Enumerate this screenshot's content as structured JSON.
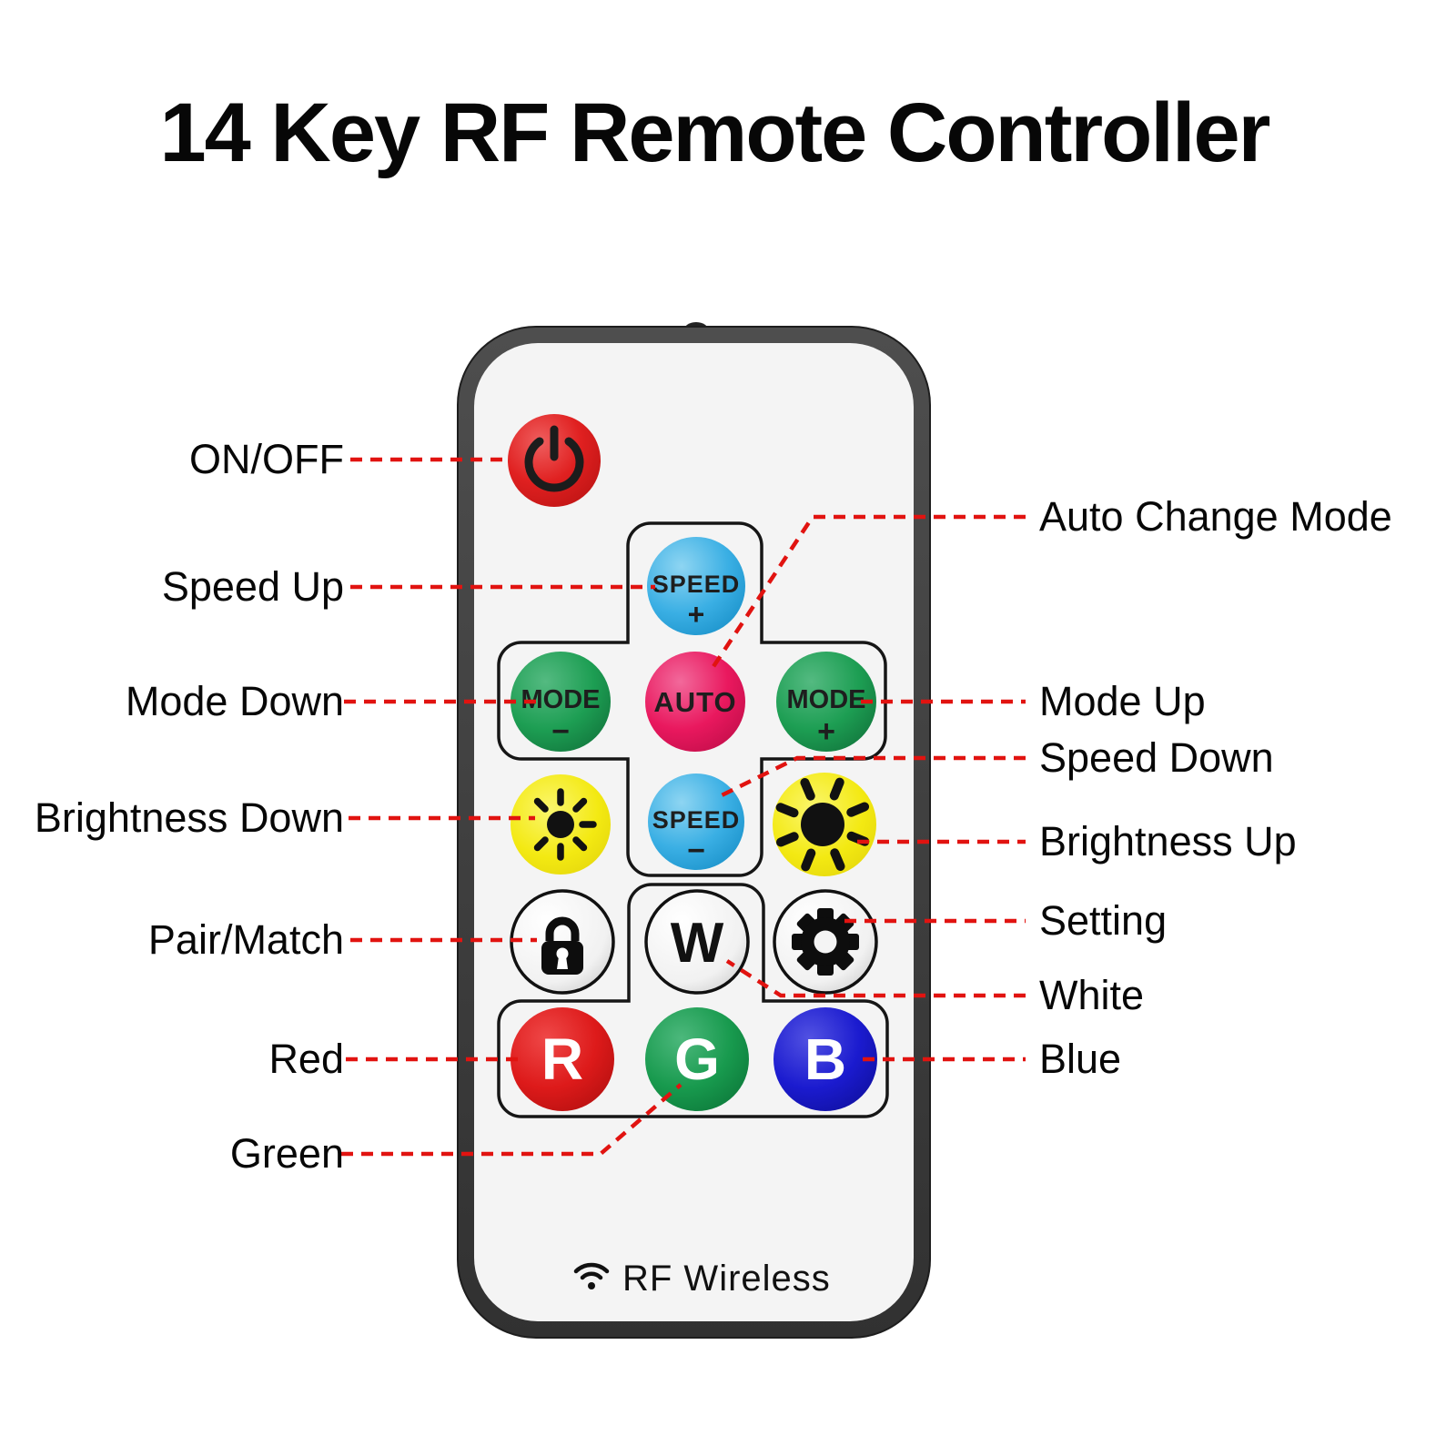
{
  "title": "14 Key RF Remote Controller",
  "remote": {
    "brand": "RF Wireless",
    "keys": {
      "speed_up": {
        "line1": "SPEED",
        "line2": "+"
      },
      "mode_down": {
        "line1": "MODE",
        "line2": "−"
      },
      "auto": {
        "label": "AUTO"
      },
      "mode_up": {
        "line1": "MODE",
        "line2": "+"
      },
      "speed_down": {
        "line1": "SPEED",
        "line2": "−"
      },
      "white": {
        "label": "W"
      },
      "red": {
        "label": "R"
      },
      "green": {
        "label": "G"
      },
      "blue": {
        "label": "B"
      }
    }
  },
  "labels": {
    "left": [
      "ON/OFF",
      "Speed Up",
      "Mode Down",
      "Brightness Down",
      "Pair/Match",
      "Red",
      "Green"
    ],
    "right": [
      "Auto Change Mode",
      "Mode Up",
      "Speed Down",
      "Brightness Up",
      "Setting",
      "White",
      "Blue"
    ]
  },
  "colors": {
    "connector_red": "#e11310",
    "power_red": "#e02020",
    "speed_blue": "#3aafe4",
    "mode_green": "#1d9e53",
    "auto_pink": "#e9185e",
    "brightness_yellow": "#f3e912",
    "key_red": "#dd1a1a",
    "key_green": "#189a4e",
    "key_blue": "#1b1bcf",
    "body_dark": "#3a3a3a",
    "face_light": "#f4f4f4"
  }
}
